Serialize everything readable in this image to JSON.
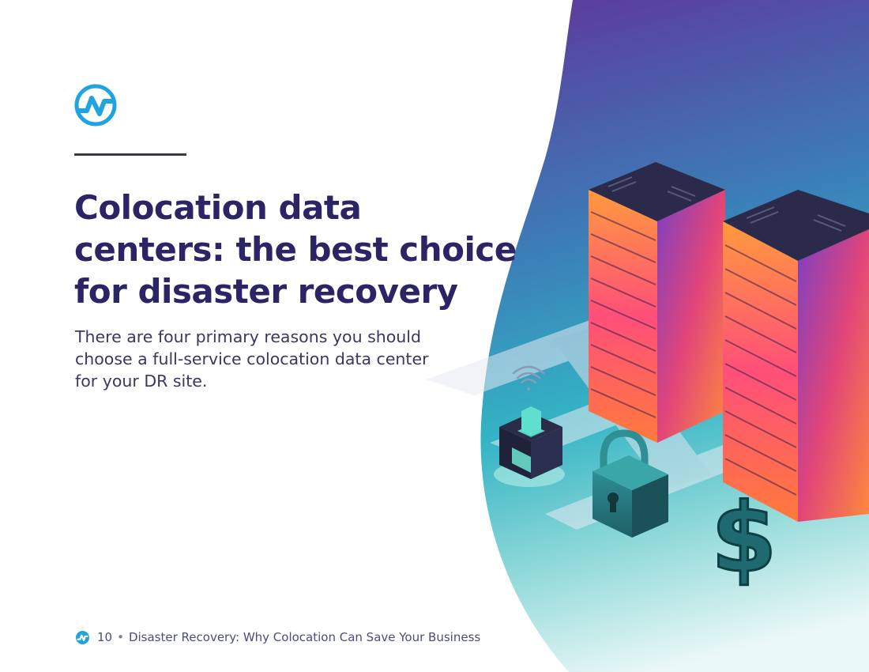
{
  "title_lines": [
    "Colocation data",
    "centers: the best choice",
    "for disaster recovery"
  ],
  "intro_lines": [
    "There are four primary reasons you should",
    "choose a full-service colocation data center",
    "for your DR site."
  ],
  "footer": {
    "page_number": "10",
    "separator": "•",
    "doc_title": "Disaster Recovery: Why Colocation Can Save Your Business"
  },
  "icons": {
    "logo": "brand-logo-icon",
    "wifi": "wifi-icon",
    "lock": "padlock-icon",
    "dollar": "dollar-sign-icon",
    "servers": "server-rack-icon",
    "chip": "security-chip-icon"
  },
  "colors": {
    "title": "#2b2566",
    "text": "#3a3760",
    "brand_blue": "#1fa4e0",
    "gradient_top": "#5b3f9e",
    "gradient_mid": "#2fa8c8",
    "gradient_bottom": "#e6f7f6"
  }
}
